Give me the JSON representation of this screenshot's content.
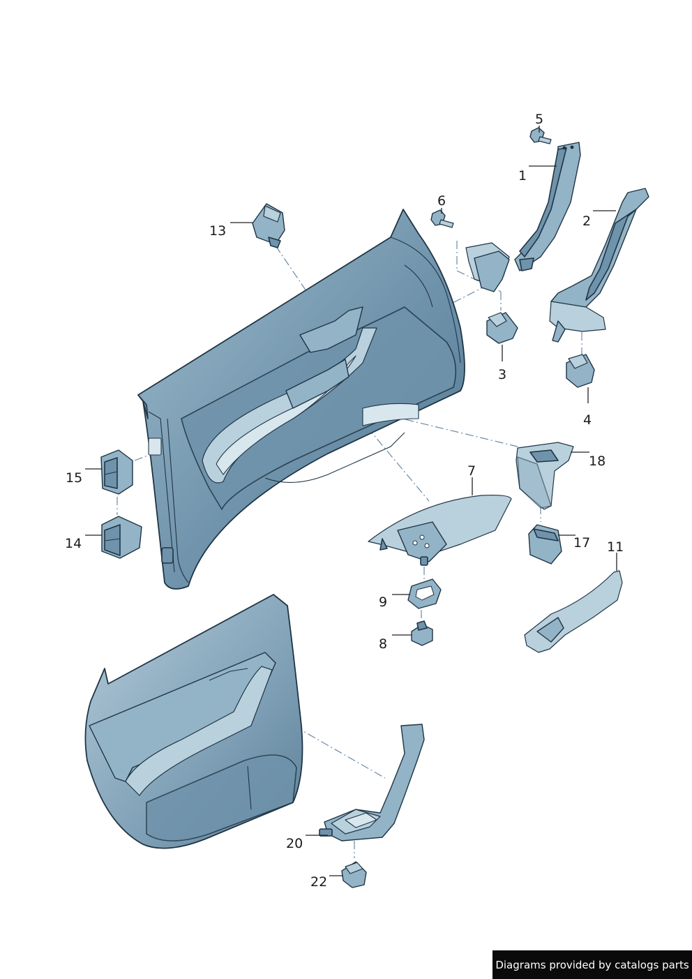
{
  "callouts": [
    {
      "id": "1",
      "label": "1"
    },
    {
      "id": "2",
      "label": "2"
    },
    {
      "id": "3",
      "label": "3"
    },
    {
      "id": "4",
      "label": "4"
    },
    {
      "id": "5",
      "label": "5"
    },
    {
      "id": "6",
      "label": "6"
    },
    {
      "id": "7",
      "label": "7"
    },
    {
      "id": "8",
      "label": "8"
    },
    {
      "id": "9",
      "label": "9"
    },
    {
      "id": "11",
      "label": "11"
    },
    {
      "id": "13",
      "label": "13"
    },
    {
      "id": "14",
      "label": "14"
    },
    {
      "id": "15",
      "label": "15"
    },
    {
      "id": "17",
      "label": "17"
    },
    {
      "id": "18",
      "label": "18"
    },
    {
      "id": "20",
      "label": "20"
    },
    {
      "id": "22",
      "label": "22"
    }
  ],
  "credit": "Diagrams provided by catalogs parts",
  "colors": {
    "part_fill": "#93b3c7",
    "part_shadow": "#6f93ab",
    "outline": "#1f3444",
    "banner_bg": "#0a0a0a"
  }
}
